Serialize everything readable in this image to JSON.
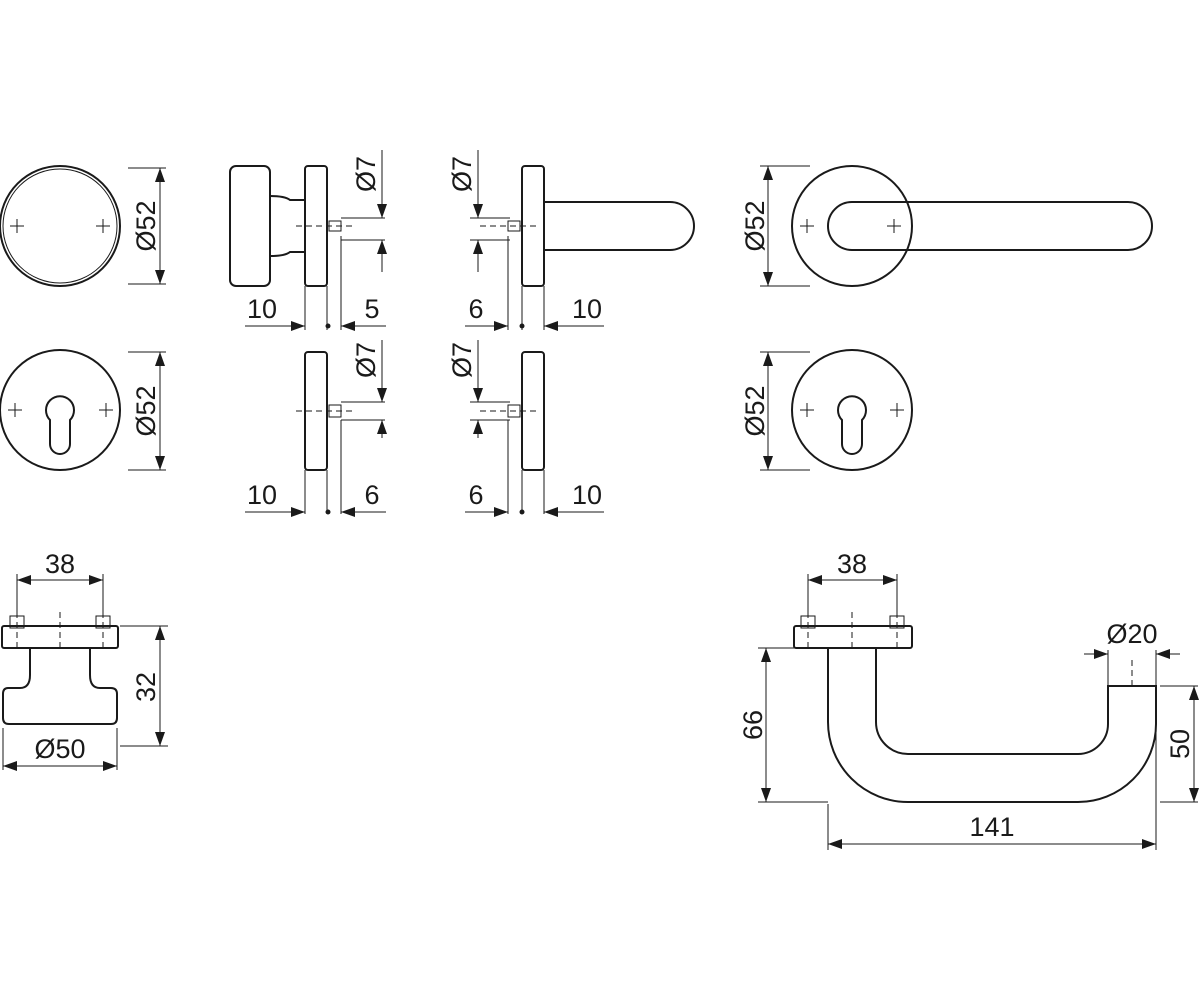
{
  "colors": {
    "line": "#1a1a1a",
    "background": "#ffffff"
  },
  "dimensions": {
    "rose_knob_dia": "Ø52",
    "knob_sep": "10",
    "knob_spindle": "5",
    "knob_pin_dia": "Ø7",
    "lever_pin_dia": "Ø7",
    "lever_sep": "6",
    "lever_spindle": "10",
    "rose_lever_dia": "Ø52",
    "escutcheon_left_dia": "Ø52",
    "esc_left_sep": "10",
    "esc_left_spindle": "6",
    "esc_left_pin_dia": "Ø7",
    "esc_right_pin_dia": "Ø7",
    "esc_right_sep": "6",
    "esc_right_spindle": "10",
    "escutcheon_right_dia": "Ø52",
    "knob_top_width": "38",
    "knob_height": "32",
    "knob_dia": "Ø50",
    "lever_top_width": "38",
    "lever_grip_dia": "Ø20",
    "lever_height": "66",
    "lever_drop": "50",
    "lever_length": "141"
  }
}
